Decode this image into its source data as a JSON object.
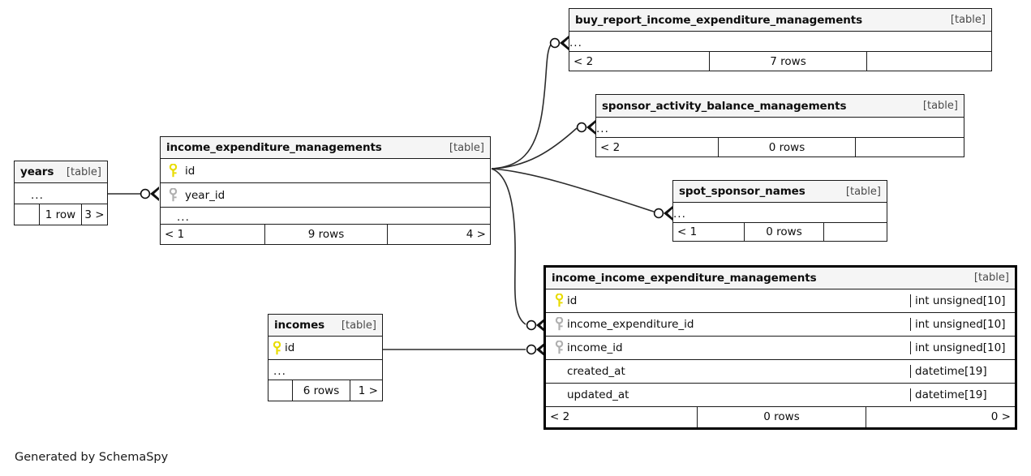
{
  "diagram": {
    "caption": "Generated by SchemaSpy",
    "table_tag": "[table]",
    "ellipsis": "...",
    "colors": {
      "primary_key": "#f2e314",
      "foreign_key": "#b3b3b3",
      "header_bg": "#f5f5f5",
      "border": "#1a1a1a",
      "focal_border": "#000000",
      "text": "#0d0d0d"
    }
  },
  "tables": {
    "years": {
      "name": "years",
      "tag": "[table]",
      "columns": [
        {
          "key": "none",
          "name": "...",
          "type": ""
        }
      ],
      "footer": {
        "left": "",
        "center": "1 row",
        "right": "3 >"
      }
    },
    "income_expenditure_managements": {
      "name": "income_expenditure_managements",
      "tag": "[table]",
      "columns": [
        {
          "key": "primary",
          "name": "id",
          "type": ""
        },
        {
          "key": "foreign",
          "name": "year_id",
          "type": ""
        },
        {
          "key": "none",
          "name": "...",
          "type": ""
        }
      ],
      "footer": {
        "left": "< 1",
        "center": "9 rows",
        "right": "4 >"
      }
    },
    "buy_report_income_expenditure_managements": {
      "name": "buy_report_income_expenditure_managements",
      "tag": "[table]",
      "columns": [
        {
          "key": "none",
          "name": "...",
          "type": ""
        }
      ],
      "footer": {
        "left": "< 2",
        "center": "7 rows",
        "right": ""
      }
    },
    "sponsor_activity_balance_managements": {
      "name": "sponsor_activity_balance_managements",
      "tag": "[table]",
      "columns": [
        {
          "key": "none",
          "name": "...",
          "type": ""
        }
      ],
      "footer": {
        "left": "< 2",
        "center": "0 rows",
        "right": ""
      }
    },
    "spot_sponsor_names": {
      "name": "spot_sponsor_names",
      "tag": "[table]",
      "columns": [
        {
          "key": "none",
          "name": "...",
          "type": ""
        }
      ],
      "footer": {
        "left": "< 1",
        "center": "0 rows",
        "right": ""
      }
    },
    "income_income_expenditure_managements": {
      "name": "income_income_expenditure_managements",
      "tag": "[table]",
      "focal": true,
      "columns": [
        {
          "key": "primary",
          "name": "id",
          "type": "int unsigned[10]"
        },
        {
          "key": "foreign",
          "name": "income_expenditure_id",
          "type": "int unsigned[10]"
        },
        {
          "key": "foreign",
          "name": "income_id",
          "type": "int unsigned[10]"
        },
        {
          "key": "none",
          "name": "created_at",
          "type": "datetime[19]"
        },
        {
          "key": "none",
          "name": "updated_at",
          "type": "datetime[19]"
        }
      ],
      "footer": {
        "left": "< 2",
        "center": "0 rows",
        "right": "0 >"
      }
    },
    "incomes": {
      "name": "incomes",
      "tag": "[table]",
      "columns": [
        {
          "key": "primary",
          "name": "id",
          "type": ""
        },
        {
          "key": "none",
          "name": "...",
          "type": ""
        }
      ],
      "footer": {
        "left": "",
        "center": "6 rows",
        "right": "1 >"
      }
    }
  },
  "relationships": [
    {
      "from": "years",
      "to": "income_expenditure_managements",
      "to_column": "year_id"
    },
    {
      "from": "income_expenditure_managements",
      "to": "buy_report_income_expenditure_managements"
    },
    {
      "from": "income_expenditure_managements",
      "to": "sponsor_activity_balance_managements"
    },
    {
      "from": "income_expenditure_managements",
      "to": "spot_sponsor_names"
    },
    {
      "from": "income_expenditure_managements",
      "to": "income_income_expenditure_managements",
      "to_column": "income_expenditure_id"
    },
    {
      "from": "incomes",
      "to": "income_income_expenditure_managements",
      "to_column": "income_id"
    }
  ]
}
